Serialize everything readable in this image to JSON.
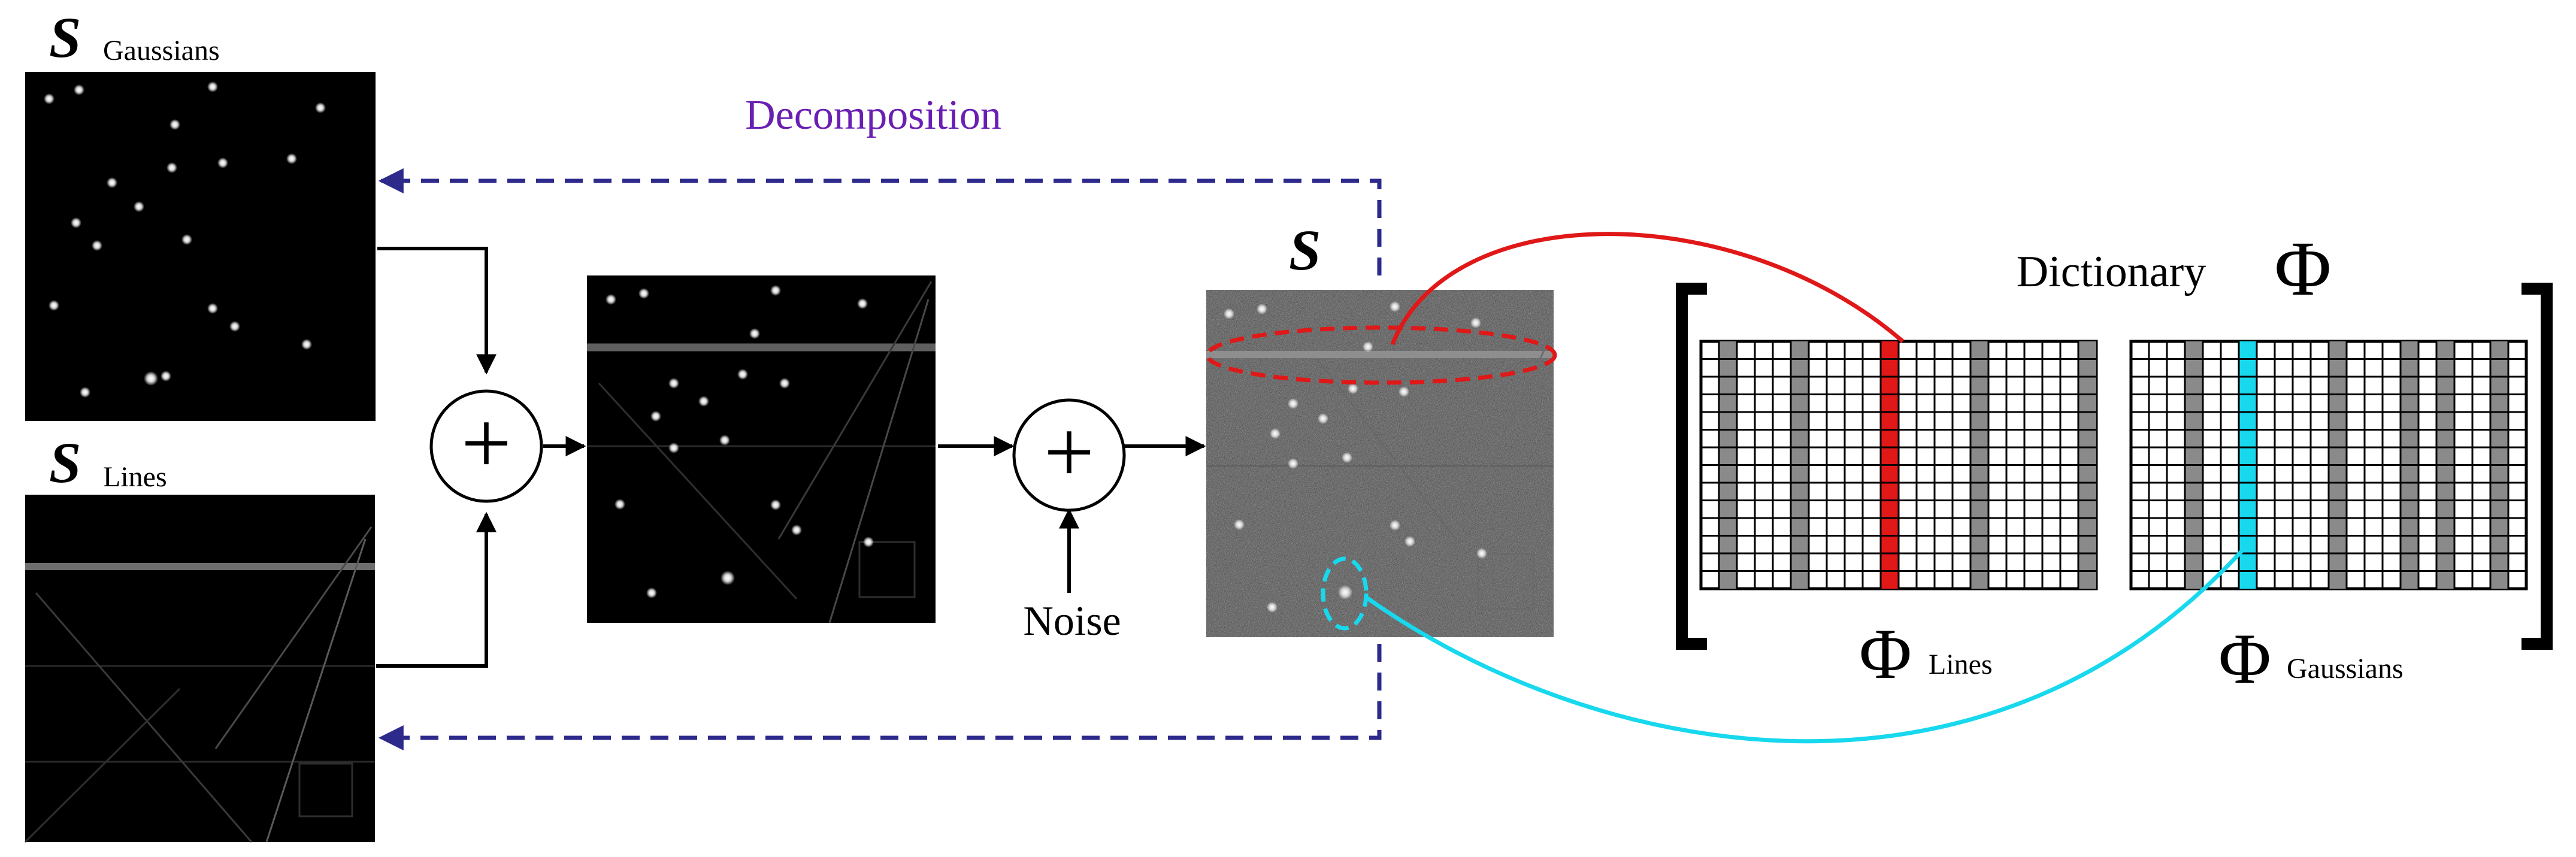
{
  "labels": {
    "s_symbol": "S",
    "gaussians_sub": "Gaussians",
    "lines_sub": "Lines",
    "decomposition": "Decomposition",
    "noise": "Noise",
    "plus": "+",
    "dictionary": "Dictionary",
    "phi": "Φ",
    "phi_lines_sub": "Lines",
    "phi_gaussians_sub": "Gaussians"
  },
  "colors": {
    "decomposition_text": "#6a1fb3",
    "decomposition_arrow": "#2d2a8c",
    "lines_highlight": "#e01818",
    "gaussians_highlight": "#18d8ee",
    "atom_gray": "#8a8a8a"
  }
}
